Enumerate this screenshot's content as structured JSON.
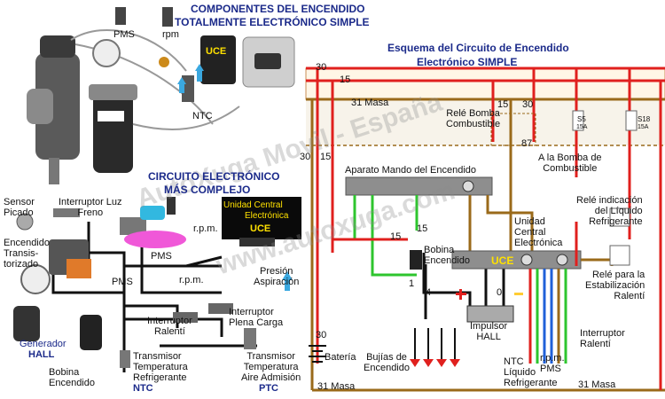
{
  "left_panel": {
    "title_line1": "COMPONENTES DEL ENCENDIDO",
    "title_line2": "TOTALMENTE ELECTRÓNICO SIMPLE",
    "simple_labels": {
      "pms": "PMS",
      "rpm": "rpm",
      "uce": "UCE",
      "ntc": "NTC"
    },
    "complex_title_line1": "CIRCUITO ELECTRÓNICO",
    "complex_title_line2": "MÁS COMPLEJO",
    "labels": {
      "sensor_picado": "Sensor\nPicado",
      "interruptor_luz_freno": "Interruptor Luz\nFreno",
      "encendido_transistorizado": "Encendido\nTransis-\ntorizado",
      "rpm_top": "r.p.m.",
      "pms_mid": "PMS",
      "pms_left": "PMS",
      "rpm_mid": "r.p.m.",
      "uce_box_line1": "Unidad Central",
      "uce_box_line2": "Electrónica",
      "uce_box_line3": "UCE",
      "presion_aspiracion": "Presión\nAspiración",
      "interruptor_ralenti": "Interruptor\nRalentí",
      "interruptor_plena_carga": "Interruptor\nPlena Carga",
      "generador": "Generador",
      "hall": "HALL",
      "bobina_encendido": "Bobina\nEncendido",
      "transmisor_temp_refrig": "Transmisor\nTemperatura\nRefrigerante",
      "ntc": "NTC",
      "transmisor_temp_aire": "Transmisor\nTemperatura\nAire Admisión",
      "ptc": "PTC"
    }
  },
  "schematic": {
    "title_line1": "Esquema del Circuito de Encendido",
    "title_line2": "Electrónico  SIMPLE",
    "rail_30": "30",
    "rail_15": "15",
    "rail_31_masa": "31  Masa",
    "rele_bomba": "Relé Bomba\nCombustible",
    "rele_15": "15",
    "rele_30": "30",
    "rele_87": "87",
    "fuse_s5": "S5",
    "fuse_s5_amp": "15A",
    "fuse_s18": "S18",
    "fuse_s18_amp": "15A",
    "bomba_combustible": "A la Bomba de\nCombustible",
    "left_30": "30",
    "left_15": "15",
    "aparato_mando": "Aparato Mando del Encendido",
    "unidad_central": "Unidad\nCentral\nElectrónica",
    "rele_liquido": "Relé indicación\ndel Líquido\nRefrigerante",
    "bobina_15": "15",
    "bobina_15b": "15",
    "bobina_encendido": "Bobina\nEncendido",
    "uce_label": "UCE",
    "bobina_1": "1",
    "bobina_4": "4",
    "zero": "0",
    "rele_estabilizacion": "Relé para la\nEstabilización\nRalentí",
    "bujias": "Bujías de\nEncendido",
    "impulsor_hall": "Impulsor\nHALL",
    "interruptor_ralenti": "Interruptor\nRalentí",
    "bat_30": "30",
    "bateria": "Batería",
    "bottom_31_masa": "31  Masa",
    "ntc_liquido": "NTC\nLíquido\nRefrigerante",
    "rpm_pms": "r.p.m.\nPMS",
    "bottom_right_31": "31  Masa"
  },
  "watermark": {
    "line1": "AutoXuga Movil - España",
    "line2": "www.autoxuga.com"
  },
  "colors": {
    "title_blue": "#1b2a8a",
    "wire_red": "#e0201e",
    "wire_green": "#2ec52e",
    "wire_brown": "#9a6a1a",
    "wire_blue": "#2060d8",
    "uce_yellow": "#ffe100"
  }
}
